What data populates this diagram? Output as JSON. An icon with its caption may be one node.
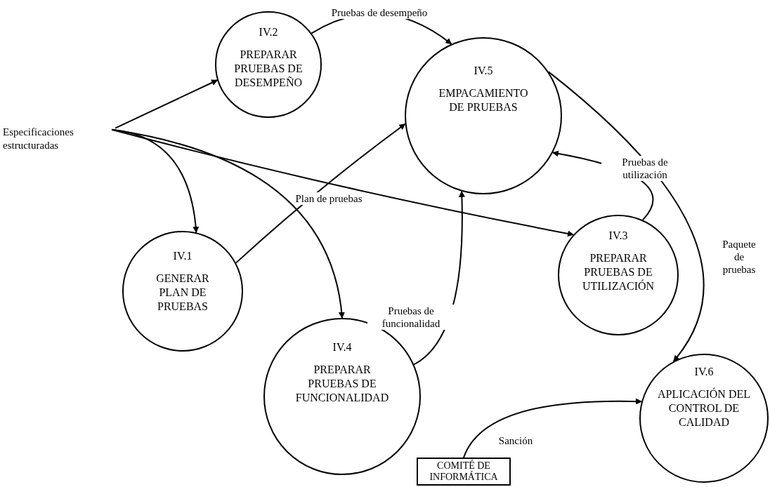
{
  "diagram": {
    "nodes": [
      {
        "text": [
          "IV.2",
          "PREPARAR PRUEBAS DE DESEMPEÑO"
        ]
      },
      {
        "text": [
          "IV.5",
          "EMPACAMIENTO DE PRUEBAS"
        ]
      },
      {
        "text": [
          "Especificaciones estructuradas"
        ]
      },
      {
        "text": [
          "IV.1",
          "GENERAR PLAN DE PRUEBAS"
        ]
      },
      {
        "text": [
          "IV.3",
          "PREPARAR PRUEBAS DE UTILIZACIÓN"
        ]
      },
      {
        "text": [
          "IV.4",
          "PREPARAR PRUEBAS DE FUNCIONALIDAD"
        ]
      },
      {
        "text": [
          "IV.6",
          "APLICACIÓN DEL CONTROL DE CALIDAD"
        ]
      },
      {
        "text": [
          "COMITÉ DE INFORMÁTICA"
        ]
      }
    ],
    "edges": [
      {
        "from": 2,
        "to": 0,
        "arrow": "to"
      },
      {
        "from": 2,
        "to": 3,
        "arrow": "to"
      },
      {
        "from": 2,
        "to": 5,
        "arrow": "to"
      },
      {
        "from": 2,
        "to": 4,
        "arrow": "to"
      },
      {
        "from": 0,
        "to": 1,
        "arrow": "to",
        "label": "Pruebas de desempeño"
      },
      {
        "from": 3,
        "to": 1,
        "arrow": "to",
        "label": "Plan de pruebas"
      },
      {
        "from": 5,
        "to": 1,
        "arrow": "to",
        "label": "Pruebas de funcionalidad"
      },
      {
        "from": 4,
        "to": 1,
        "arrow": "to",
        "label": "Pruebas de utilización"
      },
      {
        "from": 1,
        "to": 6,
        "arrow": "to",
        "label": "Paquete de pruebas"
      },
      {
        "from": 7,
        "to": 6,
        "arrow": "to",
        "label": "Sanción"
      }
    ]
  }
}
